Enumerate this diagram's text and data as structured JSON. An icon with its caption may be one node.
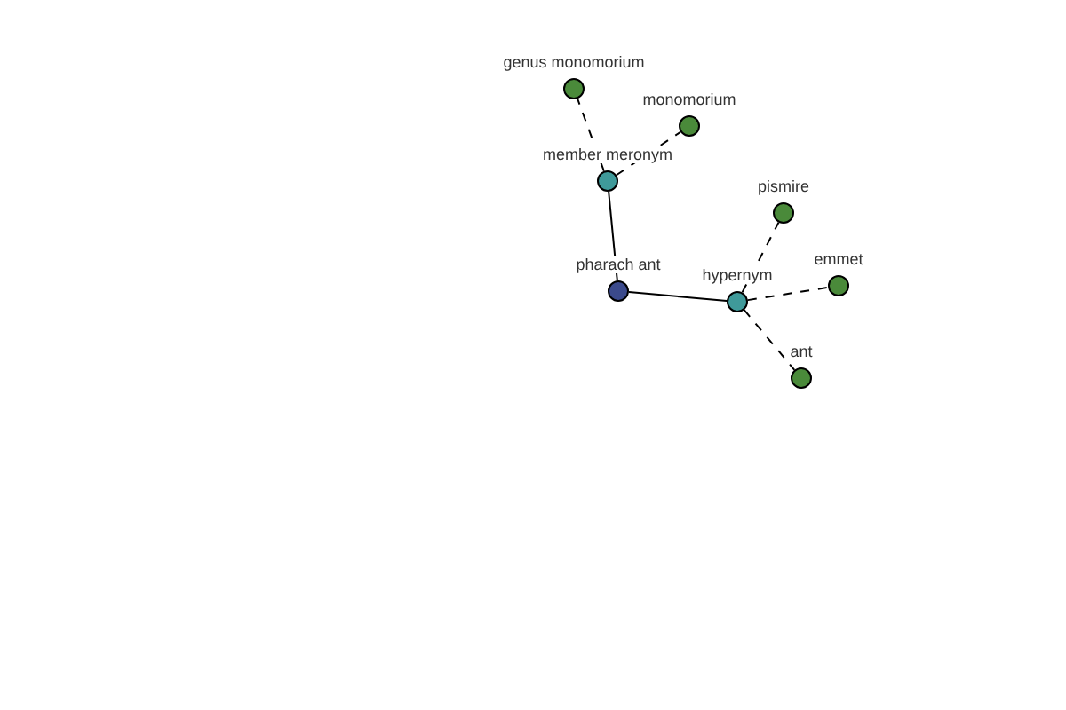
{
  "diagram": {
    "nodes": [
      {
        "text": [
          "genus monomorium"
        ]
      },
      {
        "text": [
          "monomorium"
        ]
      },
      {
        "text": [
          "member meronym"
        ]
      },
      {
        "text": [
          "pismire"
        ]
      },
      {
        "text": [
          "pharach ant"
        ]
      },
      {
        "text": [
          "hypernym"
        ]
      },
      {
        "text": [
          "emmet"
        ]
      },
      {
        "text": [
          "ant"
        ]
      }
    ],
    "edges": [
      {
        "from": 4,
        "to": 2,
        "arrow": "none"
      },
      {
        "from": 4,
        "to": 5,
        "arrow": "none"
      },
      {
        "from": 2,
        "to": 0,
        "arrow": "none",
        "style": "dashed"
      },
      {
        "from": 2,
        "to": 1,
        "arrow": "none",
        "style": "dashed"
      },
      {
        "from": 5,
        "to": 3,
        "arrow": "none",
        "style": "dashed"
      },
      {
        "from": 5,
        "to": 6,
        "arrow": "none",
        "style": "dashed"
      },
      {
        "from": 5,
        "to": 7,
        "arrow": "none",
        "style": "dashed"
      }
    ]
  }
}
